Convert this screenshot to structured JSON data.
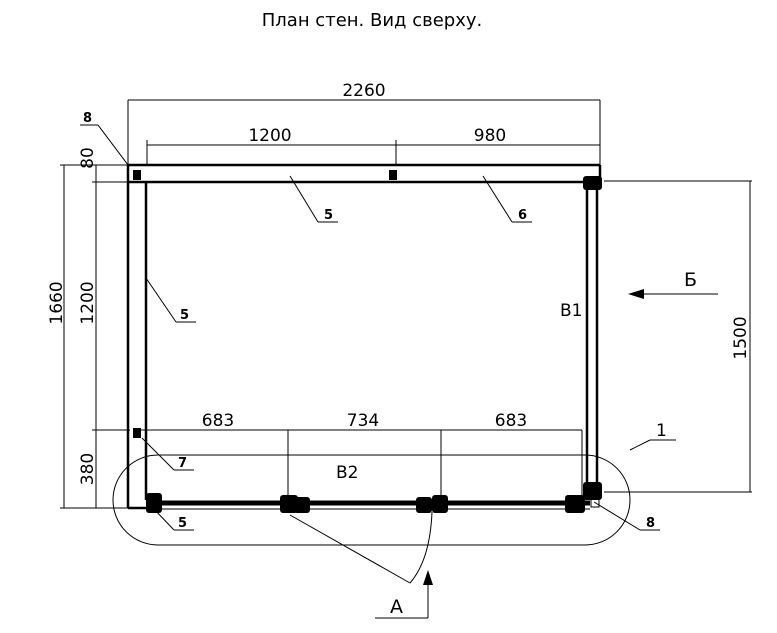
{
  "title": "План стен. Вид сверху.",
  "dimensions": {
    "total_width": "2260",
    "top_left_segment": "1200",
    "top_right_segment": "980",
    "left_total": "1660",
    "left_upper": "1200",
    "left_top_gap": "80",
    "left_lower": "380",
    "right_height": "1500",
    "bottom_left": "683",
    "bottom_middle": "734",
    "bottom_right": "683"
  },
  "wall_labels": {
    "b1": "B1",
    "b2": "B2"
  },
  "callouts": {
    "top_left_8": "8",
    "top_5": "5",
    "top_6": "6",
    "left_5": "5",
    "left_7": "7",
    "bottom_left_5": "5",
    "bottom_right_8": "8",
    "detail_1": "1"
  },
  "views": {
    "a": "А",
    "b": "Б"
  }
}
